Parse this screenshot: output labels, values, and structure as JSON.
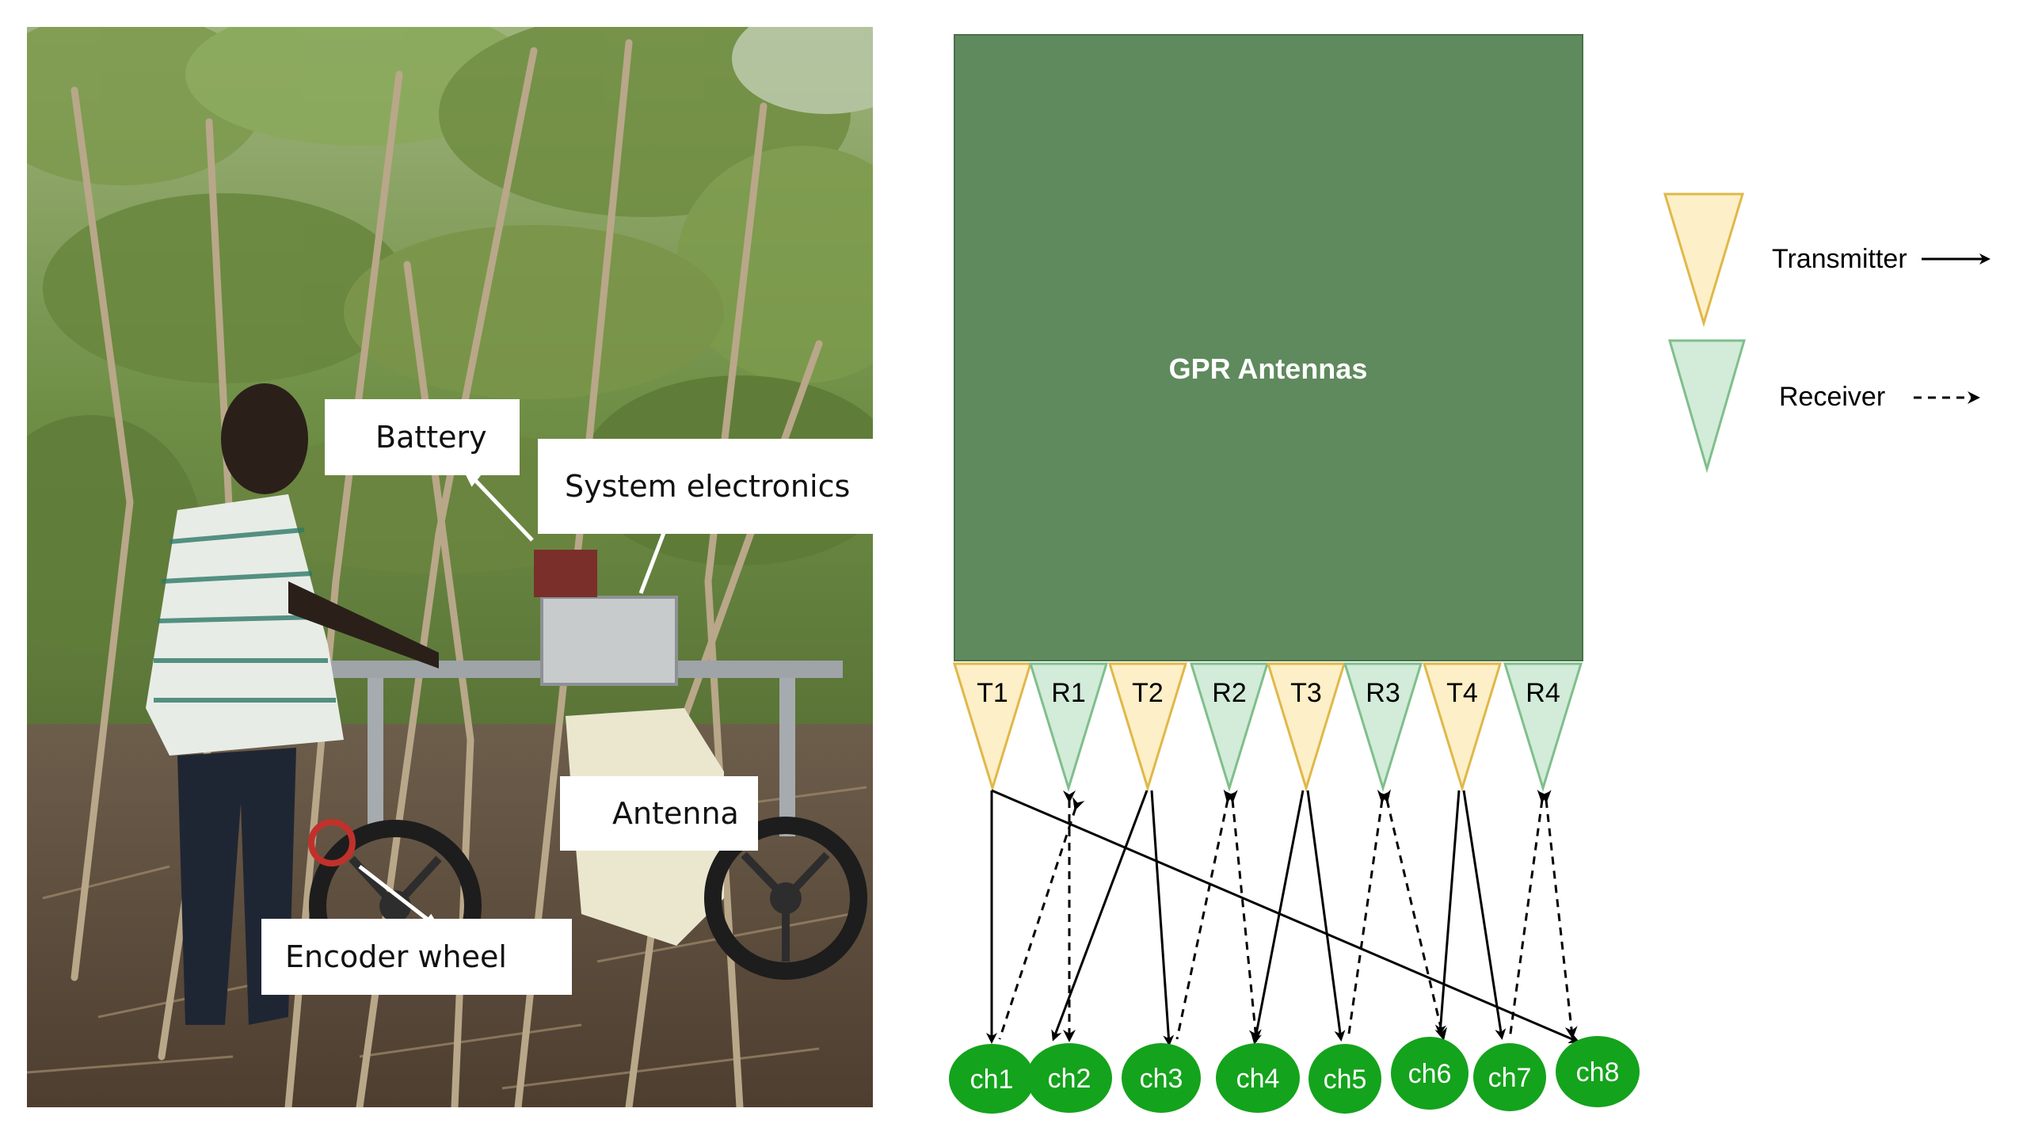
{
  "photo": {
    "labels": {
      "battery": "Battery",
      "system_electronics": "System electronics",
      "antenna": "Antenna",
      "encoder_wheel": "Encoder wheel"
    }
  },
  "diagram": {
    "box_title": "GPR Antennas",
    "antennas": [
      "T1",
      "R1",
      "T2",
      "R2",
      "T3",
      "R3",
      "T4",
      "R4"
    ],
    "channels": [
      "ch1",
      "ch2",
      "ch3",
      "ch4",
      "ch5",
      "ch6",
      "ch7",
      "ch8"
    ],
    "legend": {
      "transmitter": "Transmitter",
      "receiver": "Receiver"
    },
    "colors": {
      "box": "#5f8a5d",
      "transmitter_fill": "#fdefc7",
      "transmitter_stroke": "#e0b84a",
      "receiver_fill": "#d3ebd9",
      "receiver_stroke": "#7fbf8c",
      "channel_fill": "#14a31c"
    }
  }
}
